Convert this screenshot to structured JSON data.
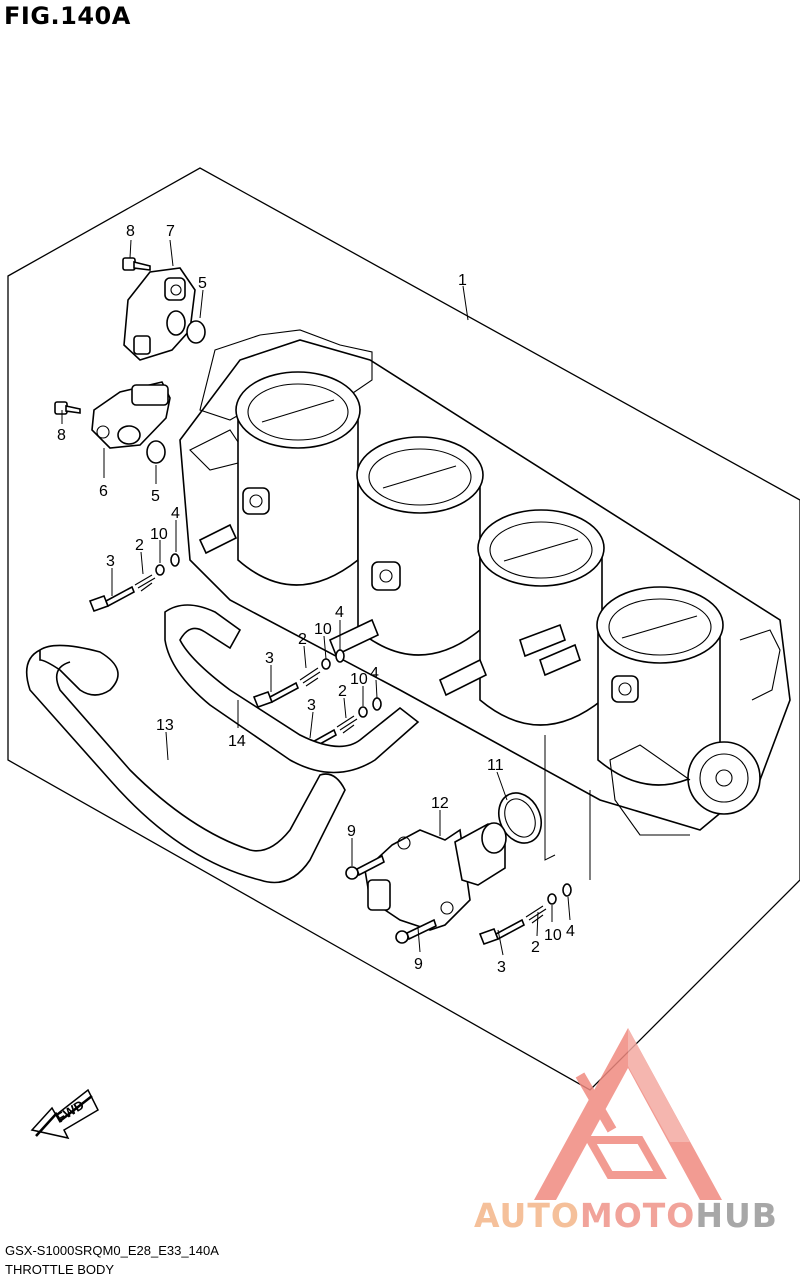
{
  "figure_title": "FIG.140A",
  "footer": {
    "code": "GSX-S1000SRQM0_E28_E33_140A",
    "name": "THROTTLE BODY"
  },
  "fwd_arrow_label": "FWD",
  "watermark": {
    "part1": "AUTO",
    "part2": "MOTO",
    "part3": "HUB",
    "colors": {
      "auto": "#f5c09a",
      "moto": "#f1a39a",
      "hub": "#a7a7a7",
      "logo": "#f08a80"
    }
  },
  "callouts": {
    "c1": "1",
    "c7": "7",
    "c8a": "8",
    "c5a": "5",
    "c8b": "8",
    "c6": "6",
    "c5b": "5",
    "c4a": "4",
    "c10a": "10",
    "c2a": "2",
    "c3a": "3",
    "c4b": "4",
    "c10b": "10",
    "c2b": "2",
    "c3b": "3",
    "c10c": "10",
    "c4c": "4",
    "c2c": "2",
    "c3c": "3",
    "c13": "13",
    "c14": "14",
    "c11": "11",
    "c12": "12",
    "c9a": "9",
    "c9b": "9",
    "c4d": "4",
    "c10d": "10",
    "c2d": "2",
    "c3d": "3"
  }
}
